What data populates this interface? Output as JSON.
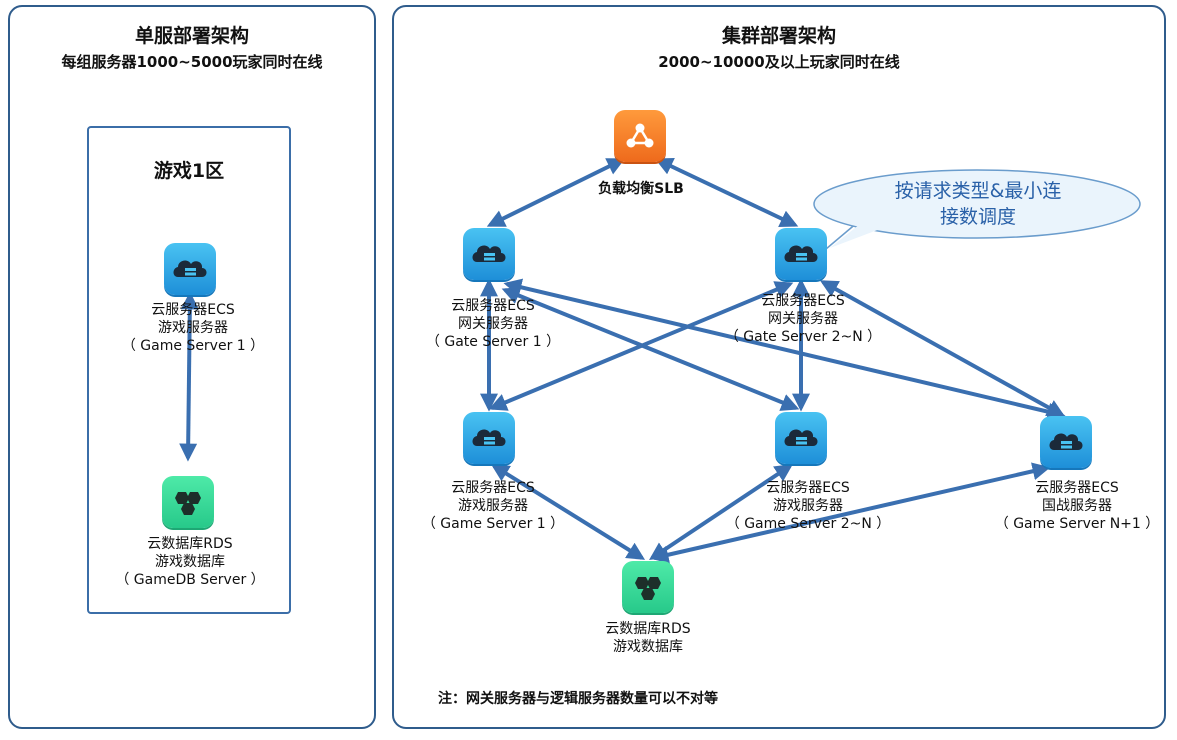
{
  "left_panel": {
    "title": "单服部署架构",
    "subtitle": "每组服务器1000~5000玩家同时在线",
    "zone_title": "游戏1区",
    "game_server": [
      "云服务器ECS",
      "游戏服务器",
      "（ Game Server 1 ）"
    ],
    "db_server": [
      "云数据库RDS",
      "游戏数据库",
      "（ GameDB Server ）"
    ]
  },
  "right_panel": {
    "title": "集群部署架构",
    "subtitle": "2000~10000及以上玩家同时在线",
    "slb_label": "负载均衡SLB",
    "bubble_text": [
      "按请求类型&最小连",
      "接数调度"
    ],
    "gate1": [
      "云服务器ECS",
      "网关服务器",
      "（ Gate Server 1 ）"
    ],
    "gate2": [
      "云服务器ECS",
      "网关服务器",
      "（ Gate Server 2~N ）"
    ],
    "game1": [
      "云服务器ECS",
      "游戏服务器",
      "（ Game Server 1 ）"
    ],
    "game2": [
      "云服务器ECS",
      "游戏服务器",
      "（ Game Server 2~N ）"
    ],
    "game3": [
      "云服务器ECS",
      "国战服务器",
      "（ Game Server N+1 ）"
    ],
    "db": [
      "云数据库RDS",
      "游戏数据库"
    ],
    "note": "注：网关服务器与逻辑服务器数量可以不对等"
  },
  "colors": {
    "border": "#2f5c8c",
    "arrow": "#3a6fb0",
    "ecs": "#1e8fd8",
    "rds": "#27c98a",
    "slb": "#ee6a1c",
    "bubble_text": "#2a61a8"
  },
  "icons": {
    "ecs": "cloud-server-icon",
    "rds": "database-icon",
    "slb": "load-balancer-icon"
  }
}
